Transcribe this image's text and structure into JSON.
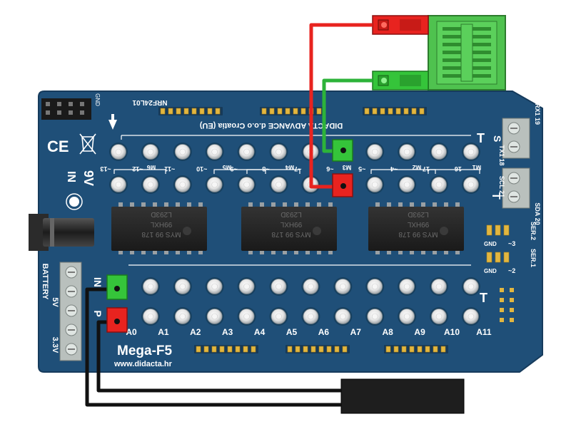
{
  "board": {
    "name": "Mega-F5",
    "website": "www.didacta.hr",
    "manufacturer_mirrored": "DIDACTA ADVANCE d.o.o Croatia (EU)",
    "module_mirrored": "NRF24L01",
    "gnd_mirrored": "GND",
    "supply_label": "9V",
    "supply_in_label": "IN",
    "ce_mark": "CE",
    "battery_labels": [
      "BATTERY",
      "5V",
      "3.3V"
    ],
    "in_label": "IN",
    "p_label": "P",
    "serial": {
      "rx": "RX1 19",
      "tx": "TX1 18",
      "scl": "SCL 21",
      "sda": "SDA 20",
      "ser1": "SER.1",
      "ser2": "SER.2",
      "gnd_a": "GND",
      "gnd_b": "GND",
      "pin3": "~3",
      "pin2": "~2"
    },
    "top_pins_mirrored": [
      "~13",
      "~12",
      "~11",
      "~10",
      "~9",
      "~8",
      "~7",
      "~6",
      "~5",
      "~4",
      "17",
      "16"
    ],
    "motor_labels_mirrored": [
      "M6",
      "M5",
      "M4",
      "M3",
      "M2",
      "M1"
    ],
    "analog_pins": [
      "A0",
      "A1",
      "A2",
      "A3",
      "A4",
      "A5",
      "A6",
      "A7",
      "A8",
      "A9",
      "A10",
      "A11"
    ],
    "chips": [
      {
        "part": "L293D",
        "lot": "99HXL",
        "code": "MYS 99 178"
      },
      {
        "part": "L293D",
        "lot": "99HXL",
        "code": "MYS 99 178"
      },
      {
        "part": "L293D",
        "lot": "99HXL",
        "code": "MYS 99 178"
      }
    ]
  },
  "colors": {
    "pcb": "#1f4f78",
    "pcb_edge": "#163b5c",
    "silkscreen": "#ffffff",
    "wire_red": "#e8231f",
    "wire_green": "#2db33a",
    "wire_black": "#111111",
    "connector_red": "#e8231f",
    "connector_green": "#35c43a",
    "sensor_green": "#4fc24f",
    "chip": "#222222",
    "terminal": "#b9c0bd"
  }
}
